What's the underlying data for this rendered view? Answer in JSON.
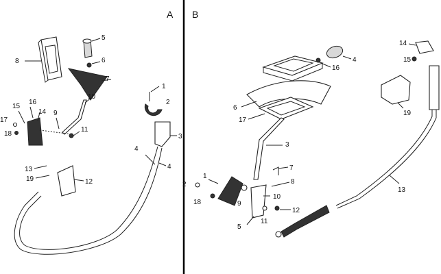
{
  "panels": {
    "a": {
      "label": "A",
      "callouts": [
        "1",
        "2",
        "3",
        "4",
        "4",
        "5",
        "6",
        "7",
        "8",
        "9",
        "10",
        "11",
        "12",
        "13",
        "14",
        "15",
        "16",
        "17",
        "18",
        "19"
      ]
    },
    "b": {
      "label": "B",
      "callouts": [
        "1",
        "2",
        "3",
        "4",
        "5",
        "6",
        "7",
        "8",
        "9",
        "10",
        "11",
        "12",
        "13",
        "14",
        "15",
        "16",
        "17",
        "18",
        "19"
      ]
    }
  },
  "colors": {
    "line": "#222222",
    "background": "#ffffff",
    "divider": "#000000"
  }
}
